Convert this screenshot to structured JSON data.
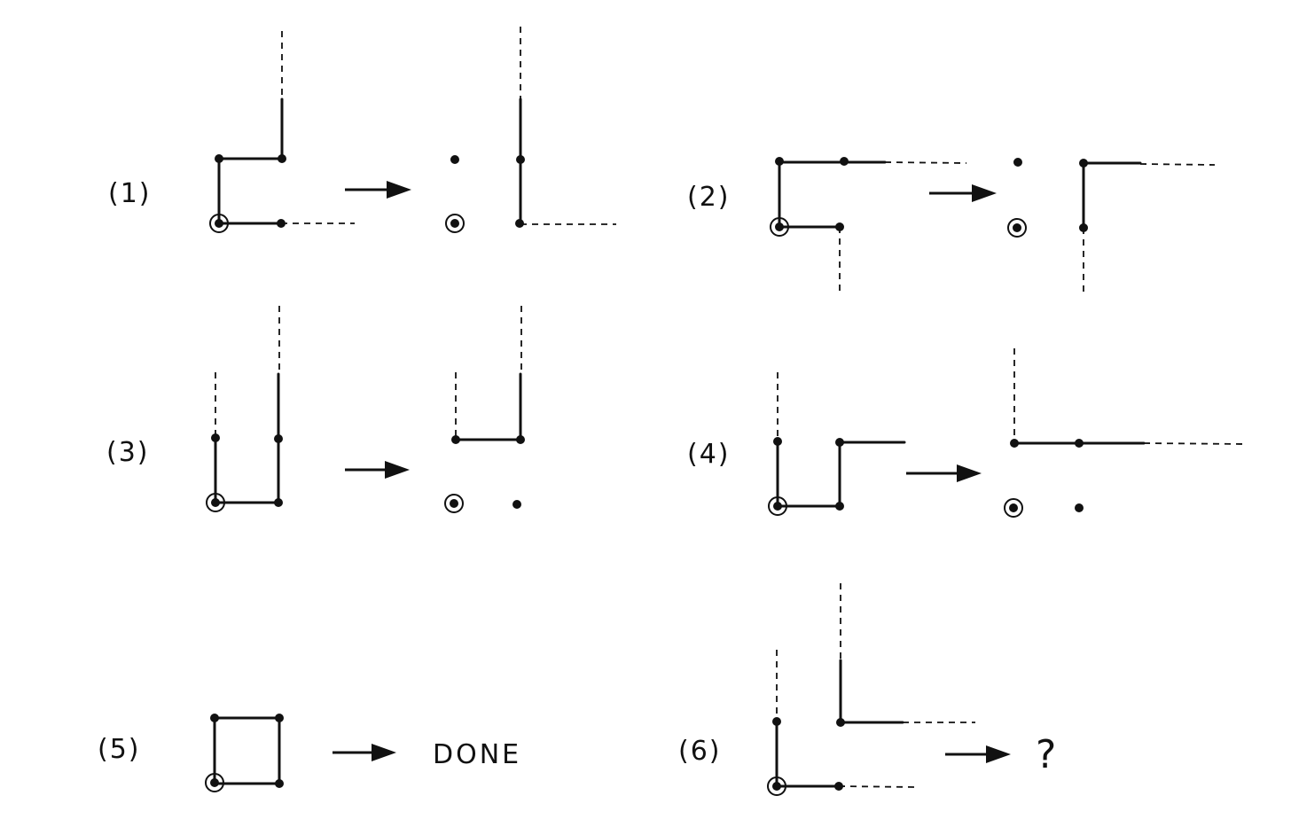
{
  "panels": [
    {
      "label": "(1)"
    },
    {
      "label": "(2)"
    },
    {
      "label": "(3)"
    },
    {
      "label": "(4)"
    },
    {
      "label": "(5)",
      "result": "DONE"
    },
    {
      "label": "(6)",
      "result": "?"
    }
  ]
}
